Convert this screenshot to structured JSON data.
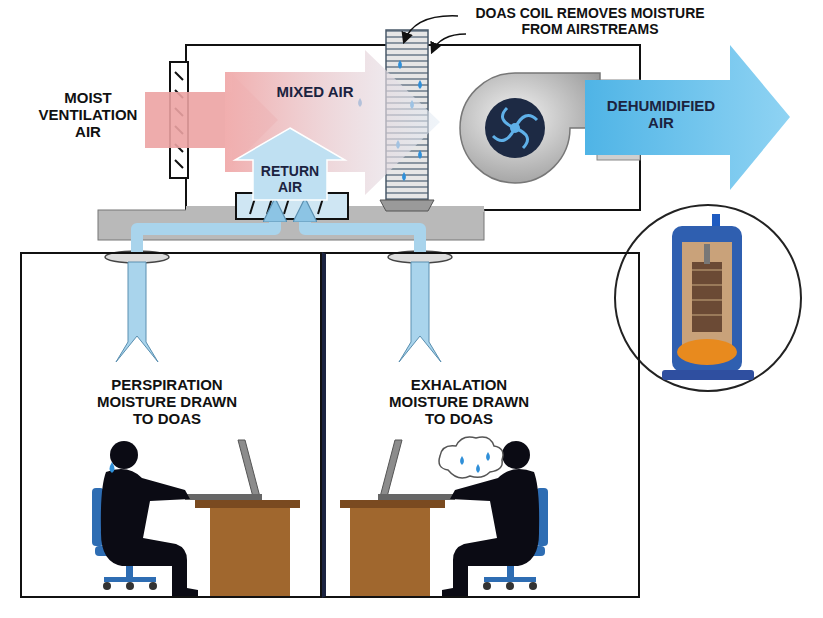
{
  "diagram": {
    "nodes": [
      {
        "text": [
          "MIXED AIR"
        ]
      },
      {
        "text": [
          "RETURN AIR"
        ]
      },
      {
        "text": [
          "DEHUMIDIFIED AIR"
        ]
      },
      {
        "text": [
          "PERSPIRATION MOISTURE DRAWN TO DOAS"
        ]
      },
      {
        "text": [
          "EXHALATION MOISTURE DRAWN TO DOAS"
        ]
      }
    ],
    "edges": [
      {
        "from": 3,
        "to": 1,
        "arrow": "to"
      },
      {
        "from": 4,
        "to": 1,
        "arrow": "to"
      }
    ],
    "labels": [
      "MOIST VENTILATION AIR",
      "DOAS COIL REMOVES MOISTURE FROM AIRSTREAMS"
    ]
  }
}
